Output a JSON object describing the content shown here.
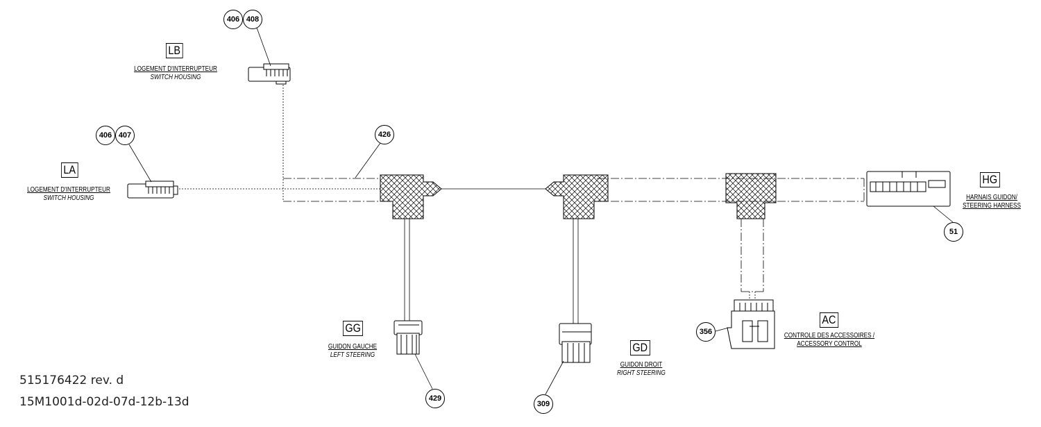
{
  "callouts": {
    "c406a": "406",
    "c408": "408",
    "c406b": "406",
    "c407": "407",
    "c426": "426",
    "c51": "51",
    "c356": "356",
    "c429": "429",
    "c309": "309"
  },
  "connectors": {
    "lb": {
      "code": "LB",
      "fr": "LOGEMENT D'INTERRUPTEUR",
      "en": "SWITCH HOUSING"
    },
    "la": {
      "code": "LA",
      "fr": "LOGEMENT D'INTERRUPTEUR",
      "en": "SWITCH HOUSING"
    },
    "hg": {
      "code": "HG",
      "fr": "HARNAIS GUIDON/",
      "en": "STEERING HARNESS"
    },
    "gg": {
      "code": "GG",
      "fr": "GUIDON GAUCHE",
      "en": "LEFT STEERING"
    },
    "gd": {
      "code": "GD",
      "fr": "GUIDON DROIT",
      "en": "RIGHT STEERING"
    },
    "ac": {
      "code": "AC",
      "fr": "CONTROLE DES ACCESSOIRES /",
      "en": "ACCESSORY CONTROL"
    }
  },
  "document": {
    "part_number": "515176422 rev. d",
    "drawing_number": "15M1001d-02d-07d-12b-13d"
  }
}
